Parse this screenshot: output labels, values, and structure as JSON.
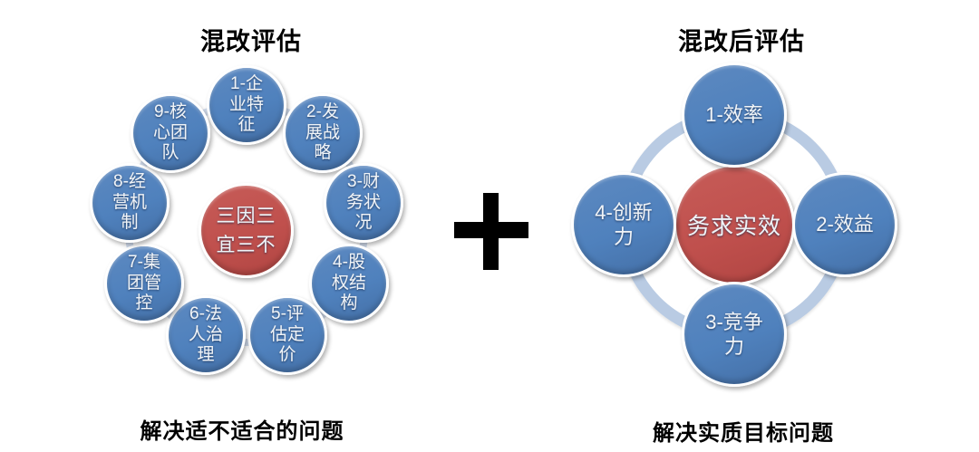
{
  "left_diagram": {
    "title": "混改评估",
    "caption": "解决适不适合的问题",
    "center_label": "三因三宜三不",
    "items": [
      {
        "label": "1-企业特征"
      },
      {
        "label": "2-发展战略"
      },
      {
        "label": "3-财务状况"
      },
      {
        "label": "4-股权结构"
      },
      {
        "label": "5-评估定价"
      },
      {
        "label": "6-法人治理"
      },
      {
        "label": "7-集团管控"
      },
      {
        "label": "8-经营机制"
      },
      {
        "label": "9-核心团队"
      }
    ],
    "colors": {
      "node_blue": "#4f81bd",
      "center_red": "#c0504d",
      "ring": "#d2ddee"
    }
  },
  "plus_sign": "+",
  "right_diagram": {
    "title": "混改后评估",
    "caption": "解决实质目标问题",
    "center_label": "务求实效",
    "items": [
      {
        "label": "1-效率"
      },
      {
        "label": "2-效益"
      },
      {
        "label": "3-竞争力"
      },
      {
        "label": "4-创新力"
      }
    ],
    "colors": {
      "node_blue": "#4f81bd",
      "center_red": "#c0504d",
      "ring": "#b9cbe3"
    }
  }
}
